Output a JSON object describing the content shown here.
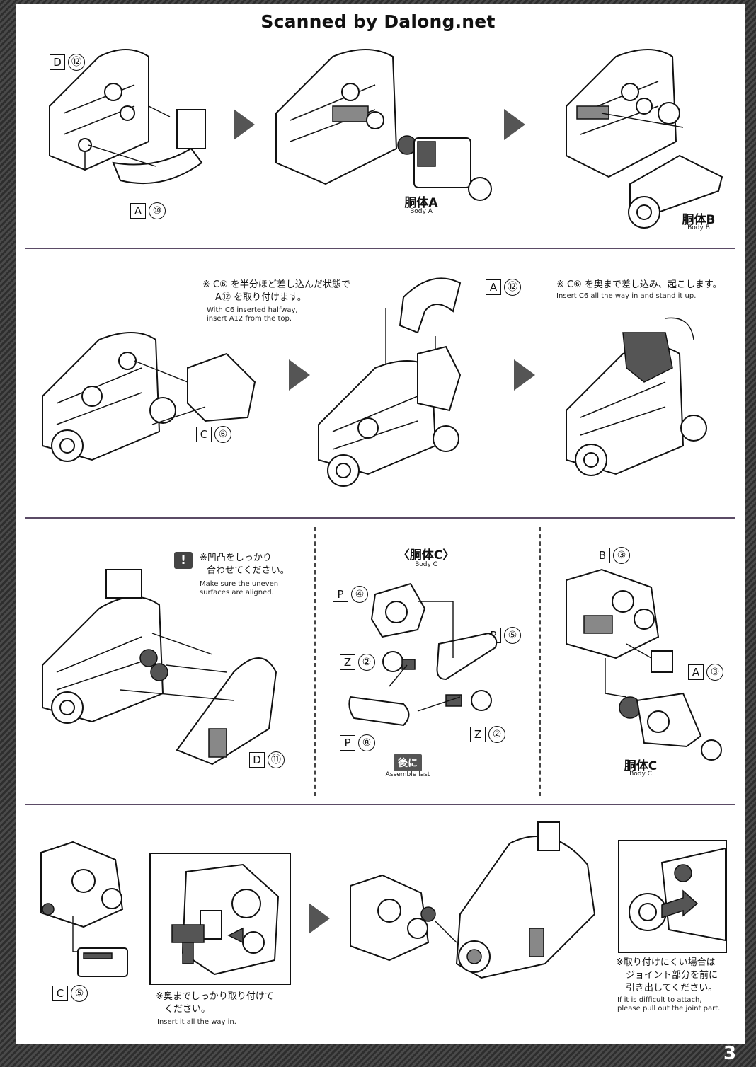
{
  "header": "Scanned by Dalong.net",
  "page_number": "3",
  "step1": {
    "code_top": {
      "letter": "D",
      "num": "⑫"
    },
    "code_bottom": {
      "letter": "A",
      "num": "⑩"
    },
    "body_a_jp": "胴体A",
    "body_a_en": "Body A",
    "body_b_jp": "胴体B",
    "body_b_en": "Body B"
  },
  "step2": {
    "note_left_jp_1": "※ C⑥ を半分ほど差し込んだ状態で",
    "note_left_jp_2": "A⑫ を取り付けます。",
    "note_left_en_1": "With C6 inserted halfway,",
    "note_left_en_2": "insert A12 from the top.",
    "code_a12": {
      "letter": "A",
      "num": "⑫"
    },
    "code_c6": {
      "letter": "C",
      "num": "⑥"
    },
    "note_right_jp": "※ C⑥ を奥まで差し込み、起こします。",
    "note_right_en": "Insert C6 all the way in and stand it up."
  },
  "step3": {
    "warn_symbol": "!",
    "warn_jp_1": "※凹凸をしっかり",
    "warn_jp_2": "合わせてください。",
    "warn_en_1": "Make sure the uneven",
    "warn_en_2": "surfaces are aligned.",
    "code_d11": {
      "letter": "D",
      "num": "⑪"
    },
    "body_c_title_jp": "〈胴体C〉",
    "body_c_title_en": "Body C",
    "code_p4": {
      "letter": "P",
      "num": "④"
    },
    "code_p5": {
      "letter": "P",
      "num": "⑤"
    },
    "code_z2a": {
      "letter": "Z",
      "num": "②"
    },
    "code_z2b": {
      "letter": "Z",
      "num": "②"
    },
    "code_p8": {
      "letter": "P",
      "num": "⑧"
    },
    "last_jp": "後に",
    "last_en": "Assemble last",
    "code_b3": {
      "letter": "B",
      "num": "③"
    },
    "code_a3": {
      "letter": "A",
      "num": "③"
    },
    "body_c_jp": "胴体C",
    "body_c_en": "Body C"
  },
  "step4": {
    "code_c5": {
      "letter": "C",
      "num": "⑤"
    },
    "inset_jp_1": "※奥までしっかり取り付けて",
    "inset_jp_2": "ください。",
    "inset_en": "Insert it all the way in.",
    "tip_jp_1": "※取り付けにくい場合は",
    "tip_jp_2": "ジョイント部分を前に",
    "tip_jp_3": "引き出してください。",
    "tip_en_1": "If it is difficult to attach,",
    "tip_en_2": "please pull out the joint part."
  }
}
